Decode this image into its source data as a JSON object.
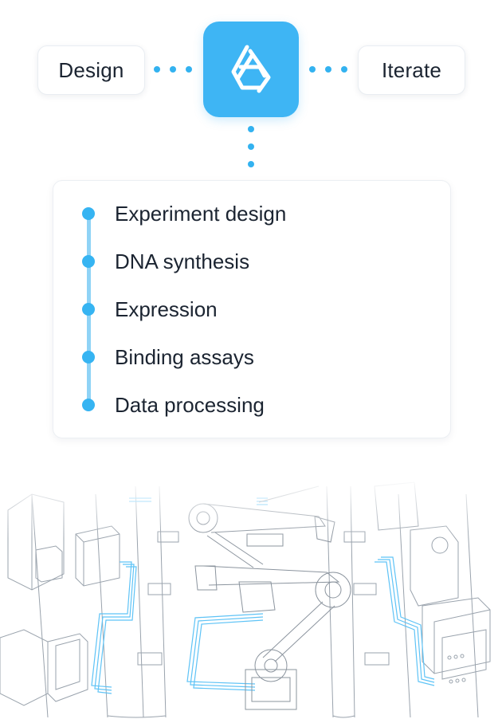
{
  "header": {
    "left_label": "Design",
    "right_label": "Iterate",
    "logo_icon": "triangle-loop-logo-icon",
    "accent_color": "#3eb5f4"
  },
  "steps": [
    {
      "label": "Experiment design"
    },
    {
      "label": "DNA synthesis"
    },
    {
      "label": "Expression"
    },
    {
      "label": "Binding assays"
    },
    {
      "label": "Data processing"
    }
  ],
  "illustration": {
    "subject": "lab-automation-robot-arm",
    "line_color": "#9aa3ad",
    "highlight_color": "#5ec3f6"
  }
}
